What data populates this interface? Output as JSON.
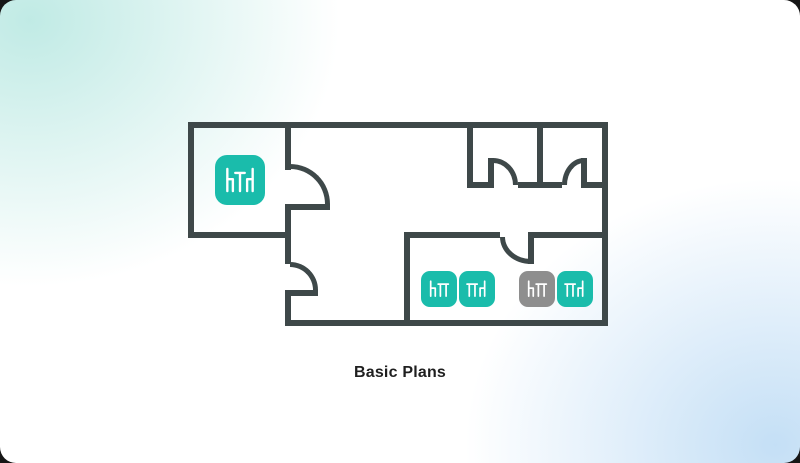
{
  "caption": {
    "label": "Basic Plans"
  },
  "colors": {
    "accent_teal": "#1ABCAB",
    "icon_gray": "#8E8E8E",
    "wall": "#3E4849",
    "text": "#1F1F1F",
    "card_bg": "#FFFFFF",
    "bg_tint_top_left": "#CFEEEA",
    "bg_tint_bottom_right": "#D6E9F8"
  },
  "floor_plan": {
    "name": "floor-plan-with-dining-tables",
    "icons": [
      {
        "name": "dining-table-two-chairs-icon",
        "variant": "table-two-chairs",
        "color": "teal",
        "room": "top-left-room"
      },
      {
        "name": "dining-table-chair-left-icon",
        "variant": "table-chair-left",
        "color": "teal",
        "room": "bottom-right-room"
      },
      {
        "name": "dining-table-chair-right-icon",
        "variant": "table-chair-right",
        "color": "teal",
        "room": "bottom-right-room"
      },
      {
        "name": "dining-table-chair-left-icon",
        "variant": "table-chair-left",
        "color": "gray",
        "room": "bottom-right-room"
      },
      {
        "name": "dining-table-chair-right-icon",
        "variant": "table-chair-right",
        "color": "teal",
        "room": "bottom-right-room"
      }
    ]
  }
}
